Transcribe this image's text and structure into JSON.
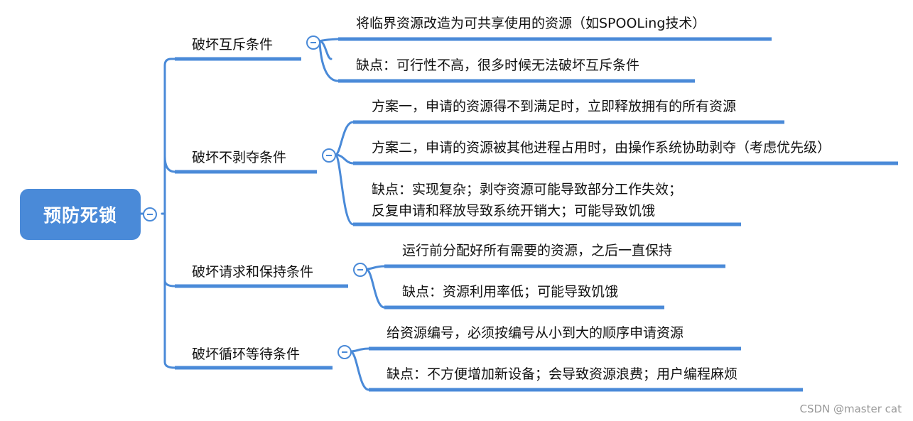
{
  "root": {
    "label": "预防死锁"
  },
  "branches": [
    {
      "label": "破坏互斥条件",
      "leaves": [
        "将临界资源改造为可共享使用的资源（如SPOOLing技术）",
        "缺点：可行性不高，很多时候无法破坏互斥条件"
      ]
    },
    {
      "label": "破坏不剥夺条件",
      "leaves": [
        "方案一，申请的资源得不到满足时，立即释放拥有的所有资源",
        "方案二，申请的资源被其他进程占用时，由操作系统协助剥夺（考虑优先级）",
        "缺点：实现复杂；剥夺资源可能导致部分工作失效；",
        "反复申请和释放导致系统开销大；可能导致饥饿"
      ]
    },
    {
      "label": "破坏请求和保持条件",
      "leaves": [
        "运行前分配好所有需要的资源，之后一直保持",
        "缺点：资源利用率低；可能导致饥饿"
      ]
    },
    {
      "label": "破坏循环等待条件",
      "leaves": [
        "给资源编号，必须按编号从小到大的顺序申请资源",
        "缺点：不方便增加新设备；会导致资源浪费；用户编程麻烦"
      ]
    }
  ],
  "watermark": "CSDN @master cat",
  "colors": {
    "accent": "#4a8ad8",
    "text": "#111111"
  },
  "icons": {
    "toggle": "collapse-minus-icon"
  }
}
